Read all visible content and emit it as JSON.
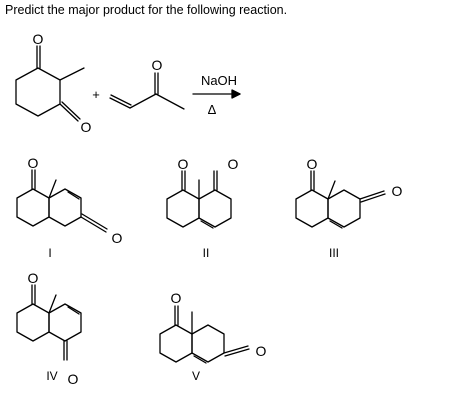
{
  "question": "Predict the major product for the following reaction.",
  "atoms": {
    "oxygen": "O"
  },
  "reaction": {
    "plus": "+",
    "reagent": "NaOH",
    "condition": "Δ"
  },
  "choices": [
    {
      "label": "I"
    },
    {
      "label": "II"
    },
    {
      "label": "III"
    },
    {
      "label": "IV"
    },
    {
      "label": "V"
    }
  ]
}
